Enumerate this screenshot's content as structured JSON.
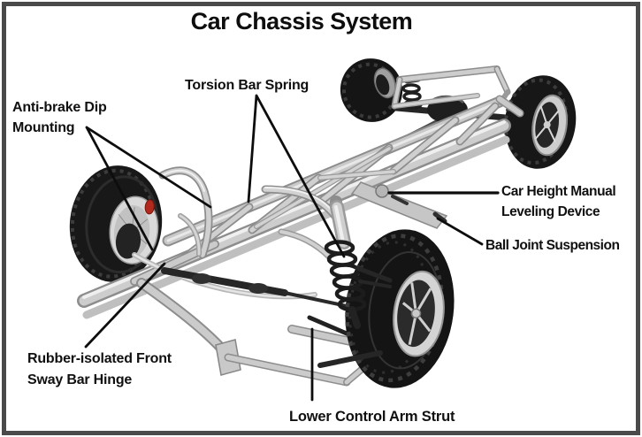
{
  "diagram": {
    "title": "Car Chassis System",
    "labels": [
      {
        "id": "torsion-bar-spring",
        "text": "Torsion Bar Spring"
      },
      {
        "id": "anti-brake-dip-mounting",
        "text": "Anti-brake Dip Mounting"
      },
      {
        "id": "car-height-manual-leveling-device",
        "text": "Car Height Manual Leveling Device"
      },
      {
        "id": "ball-joint-suspension",
        "text": "Ball Joint Suspension"
      },
      {
        "id": "rubber-isolated-front-sway-bar-hinge",
        "text": "Rubber-isolated Front Sway Bar Hinge"
      },
      {
        "id": "lower-control-arm-strut",
        "text": "Lower Control Arm Strut"
      }
    ],
    "colors": {
      "border": "#4a4a4a",
      "text": "#101010",
      "callout_line": "#0d0d0d",
      "frame_silver": "#cdcdcd",
      "tire_black": "#161616",
      "brake_caliper_red": "#b22a1d",
      "background": "#ffffff"
    }
  }
}
